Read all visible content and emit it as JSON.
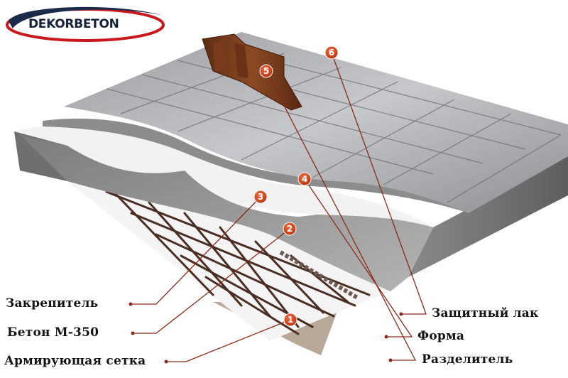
{
  "brand": {
    "name": "DEKORBETON"
  },
  "markers": [
    "1",
    "2",
    "3",
    "4",
    "5",
    "6"
  ],
  "labels": {
    "fixer": "Закрепитель",
    "concrete": "Бетон М-350",
    "mesh": "Армирующая сетка",
    "varnish": "Защитный лак",
    "form": "Форма",
    "separator": "Разделитель"
  },
  "colors": {
    "marker": "#d0401c",
    "leader": "#8a2a1a",
    "logo_swoosh": "#c8191c"
  }
}
